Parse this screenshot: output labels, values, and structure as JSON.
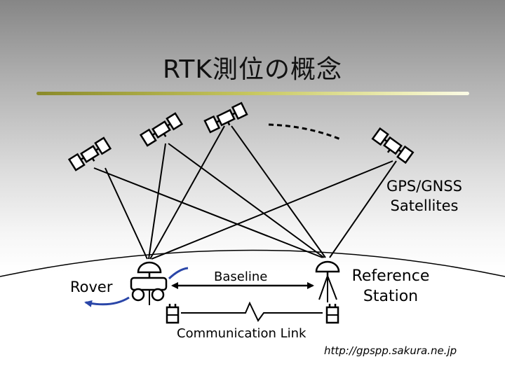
{
  "title": "RTK測位の概念",
  "labels": {
    "satellites_line1": "GPS/GNSS",
    "satellites_line2": "Satellites",
    "rover": "Rover",
    "baseline": "Baseline",
    "reference_line1": "Reference",
    "reference_line2": "Station",
    "communication_link": "Communication Link",
    "source_url": "http://gpspp.sakura.ne.jp"
  },
  "colors": {
    "title_rule_olive": "#a0a040",
    "rover_motion_arrow": "#2a46a8",
    "line": "#000000"
  },
  "icons": {
    "satellite": "satellite-icon",
    "rover_vehicle": "rover-vehicle-icon",
    "reference_antenna": "reference-antenna-icon",
    "radio": "radio-icon"
  }
}
